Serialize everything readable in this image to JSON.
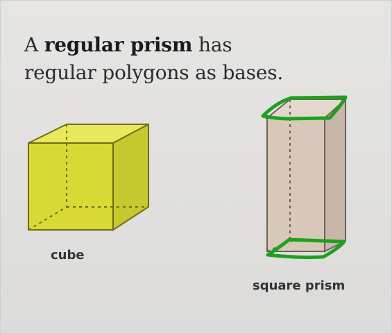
{
  "text": {
    "line1_prefix": "A ",
    "line1_bold": "regular prism",
    "line1_suffix": " has",
    "line2": "regular polygons as bases."
  },
  "captions": {
    "cube": "cube",
    "square_prism": "square prism"
  },
  "colors": {
    "cube_fill": "#e3e33a",
    "cube_edge": "#6f6c18",
    "prism_fill": "#d8c8ba",
    "prism_edge": "#6b6159",
    "annotation": "#1ea11e"
  }
}
